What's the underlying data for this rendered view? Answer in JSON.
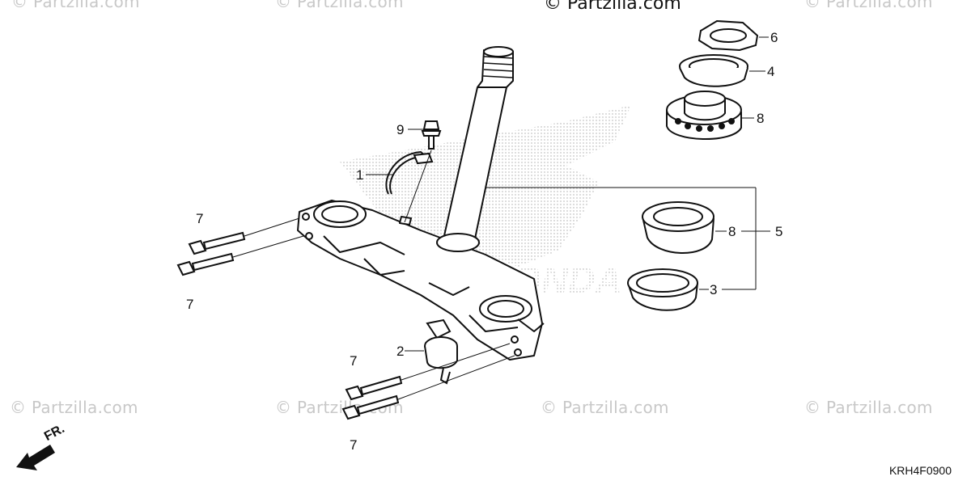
{
  "copyright": "© Partzilla.com",
  "watermark": "© Partzilla.com",
  "diagram_code": "KRH4F0900",
  "direction_label": "FR.",
  "callouts": {
    "c6": "6",
    "c4": "4",
    "c8a": "8",
    "c9": "9",
    "c1": "1",
    "c7a": "7",
    "c7b": "7",
    "c8b": "8",
    "c5": "5",
    "c3": "3",
    "c2": "2",
    "c7c": "7",
    "c7d": "7"
  }
}
